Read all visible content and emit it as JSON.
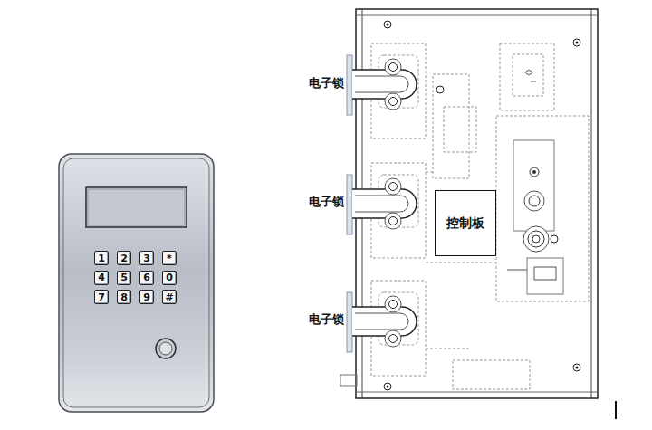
{
  "diagram": {
    "nodes": [
      {
        "text": [
          "1"
        ]
      },
      {
        "text": [
          "2"
        ]
      },
      {
        "text": [
          "3"
        ]
      },
      {
        "text": [
          "*"
        ]
      },
      {
        "text": [
          "4"
        ]
      },
      {
        "text": [
          "5"
        ]
      },
      {
        "text": [
          "6"
        ]
      },
      {
        "text": [
          "0"
        ]
      },
      {
        "text": [
          "7"
        ]
      },
      {
        "text": [
          "8"
        ]
      },
      {
        "text": [
          "9"
        ]
      },
      {
        "text": [
          "#"
        ]
      },
      {
        "text": [
          "控制板"
        ]
      }
    ],
    "labels": [
      "电子锁",
      "电子锁",
      "电子锁"
    ]
  }
}
